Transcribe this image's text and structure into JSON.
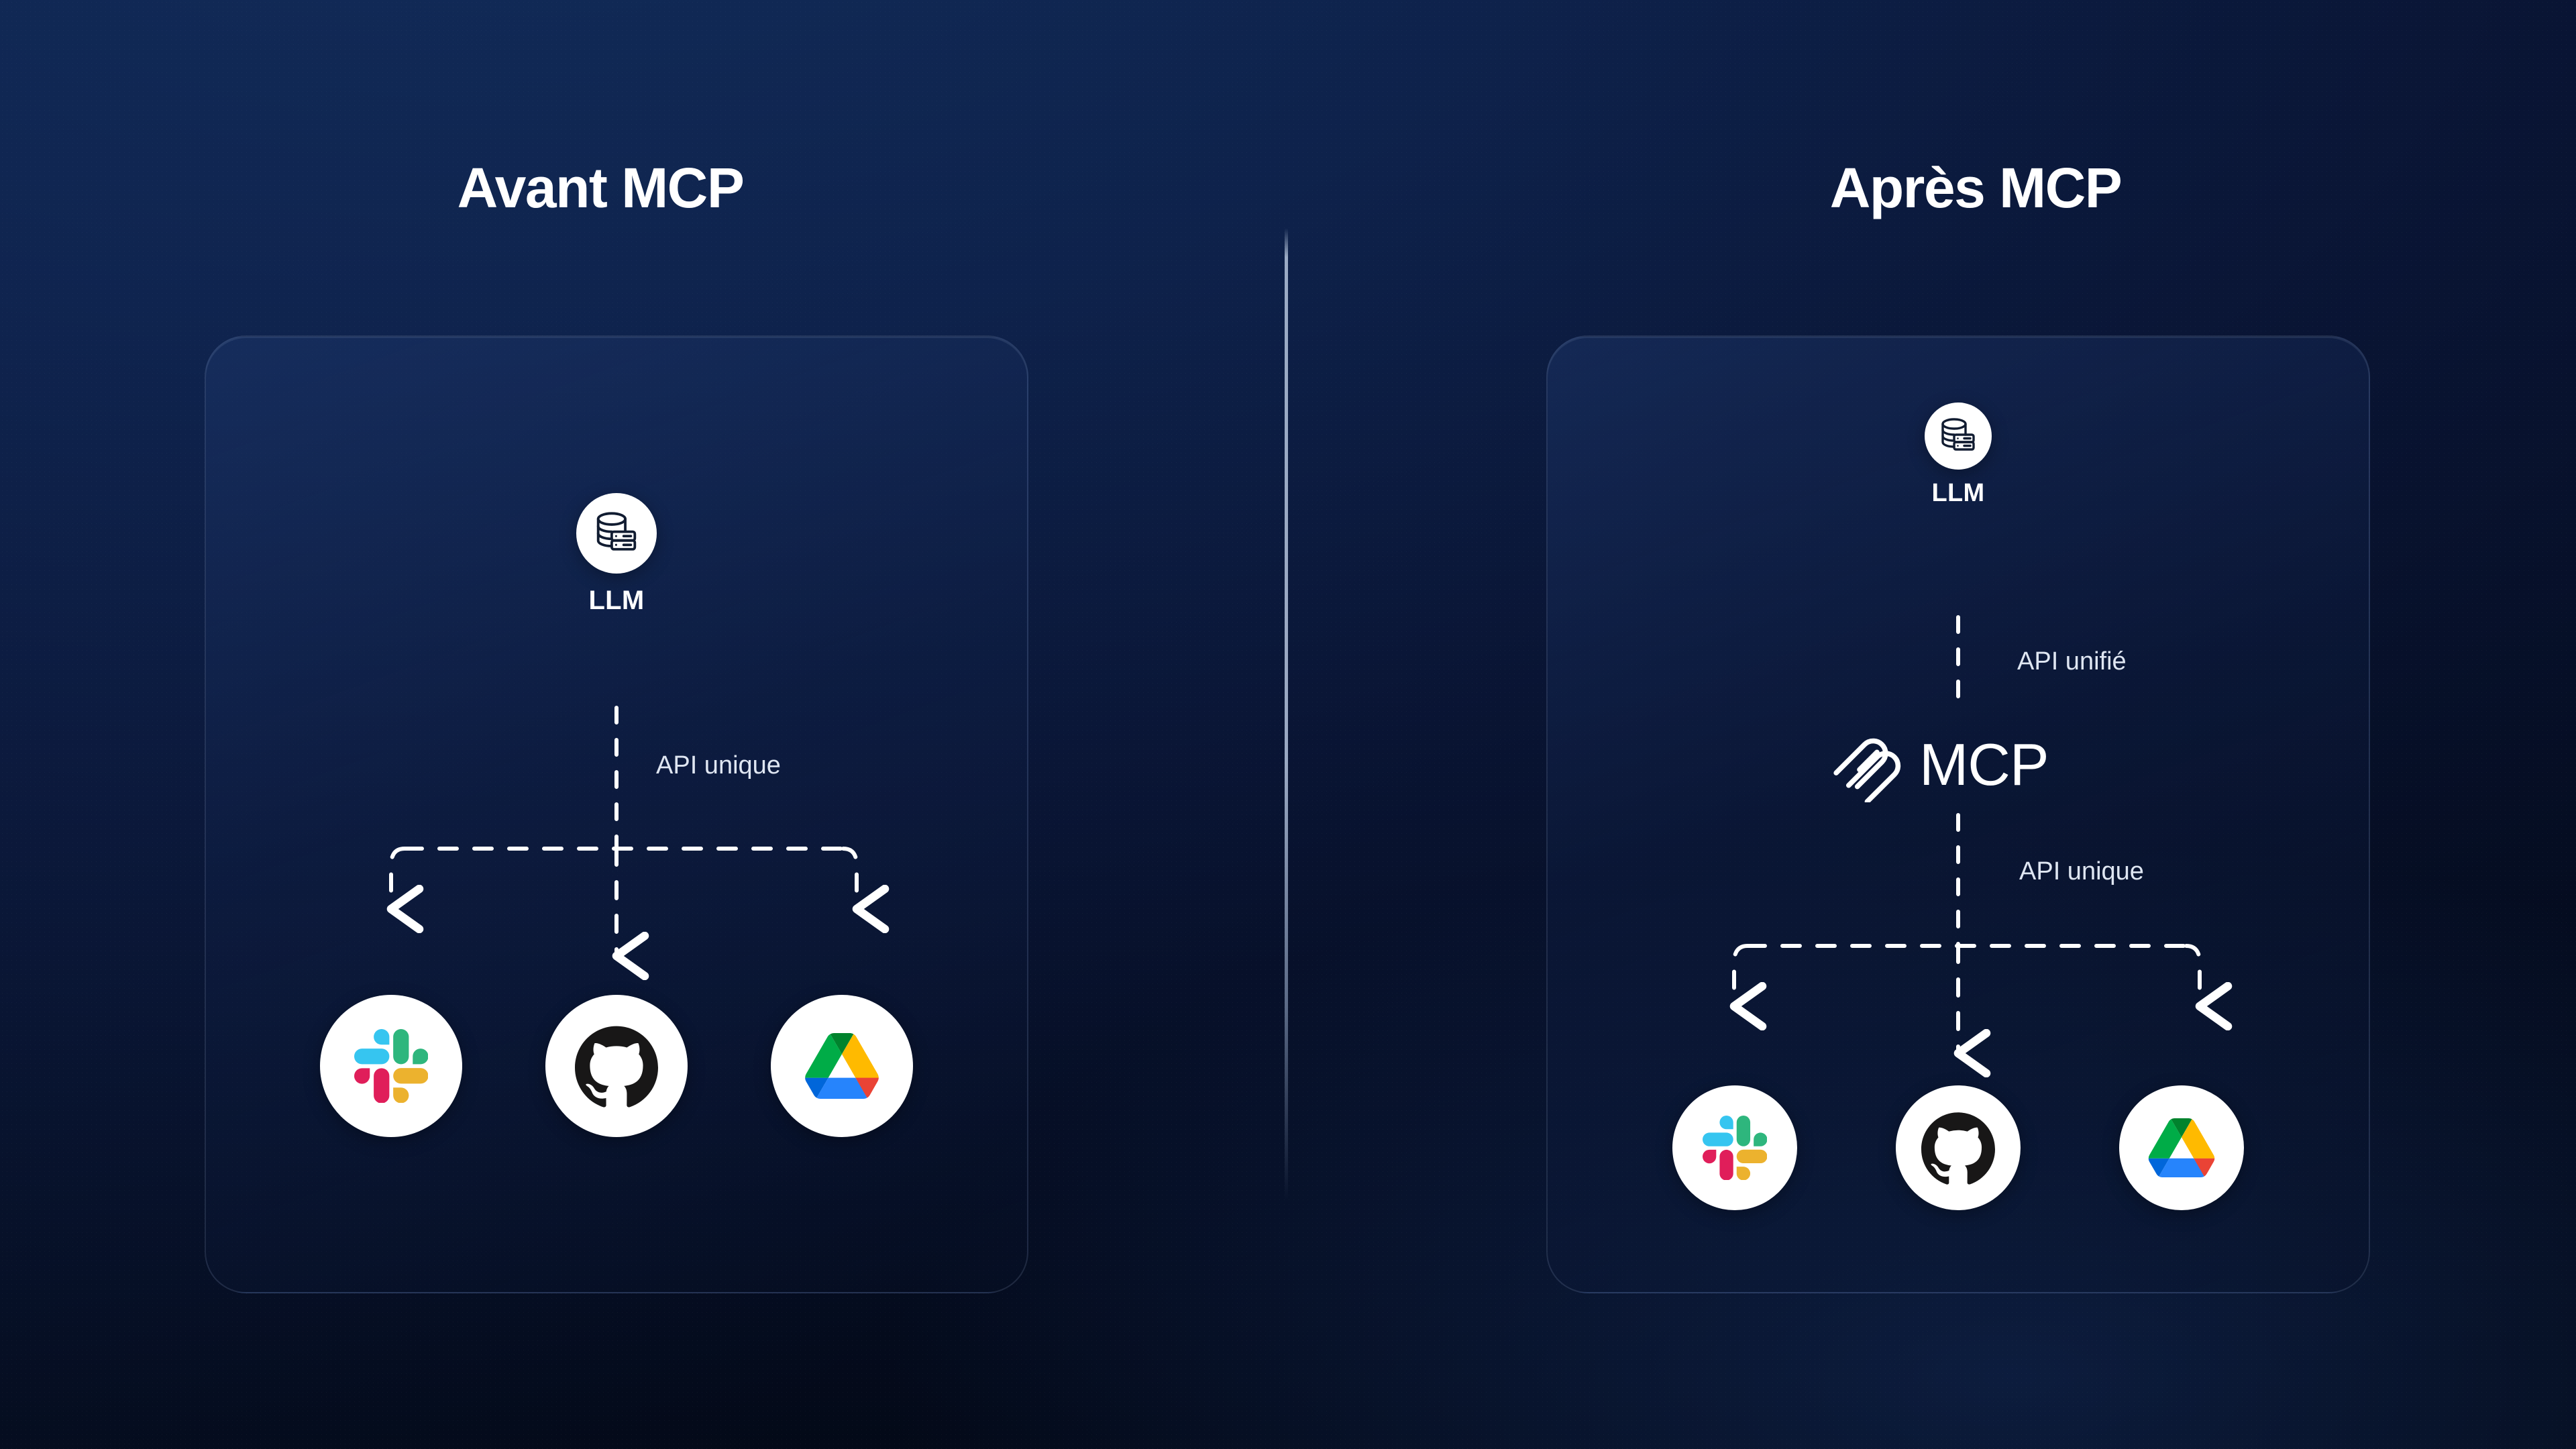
{
  "background": {
    "gradient_from": "#102a55",
    "gradient_to": "#020712",
    "accent": "#ffffff"
  },
  "divider": {
    "name": "vertical-divider",
    "color": "#bfcde4"
  },
  "panels": [
    {
      "id": "before",
      "title": "Avant MCP",
      "llm": {
        "label": "LLM",
        "icon": "database-server-icon"
      },
      "edge_labels": [
        "API unique"
      ],
      "services": [
        {
          "name": "Slack",
          "icon": "slack-icon"
        },
        {
          "name": "GitHub",
          "icon": "github-icon"
        },
        {
          "name": "Google Drive",
          "icon": "google-drive-icon"
        }
      ]
    },
    {
      "id": "after",
      "title": "Après MCP",
      "llm": {
        "label": "LLM",
        "icon": "database-server-icon"
      },
      "mcp": {
        "label": "MCP",
        "icon": "mcp-logo-icon"
      },
      "edge_labels": [
        "API unifié",
        "API unique"
      ],
      "services": [
        {
          "name": "Slack",
          "icon": "slack-icon"
        },
        {
          "name": "GitHub",
          "icon": "github-icon"
        },
        {
          "name": "Google Drive",
          "icon": "google-drive-icon"
        }
      ]
    }
  ]
}
